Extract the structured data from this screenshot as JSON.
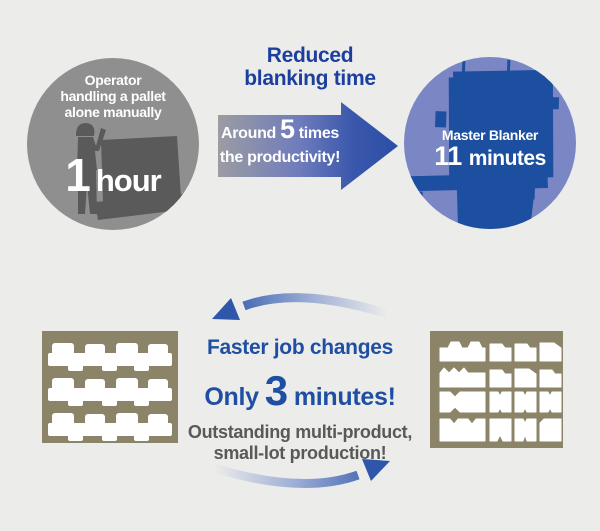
{
  "header": {
    "title_line1": "Reduced",
    "title_line2": "blanking time"
  },
  "manual": {
    "label_line1": "Operator",
    "label_line2": "handling a pallet",
    "label_line3": "alone manually",
    "time_value": "1",
    "time_unit": "hour"
  },
  "arrow": {
    "word_before": "Around",
    "value": "5",
    "word_after": "times",
    "line2": "the productivity!"
  },
  "machine": {
    "name": "Master Blanker",
    "time_value": "11",
    "time_unit": "minutes"
  },
  "job_change": {
    "heading": "Faster job changes",
    "only_word": "Only",
    "minutes_value": "3",
    "minutes_word": "minutes!",
    "note_line1": "Outstanding multi-product,",
    "note_line2": "small-lot production!"
  },
  "colors": {
    "background": "#ECECEA",
    "manual_circle_gray": "#8F8F8F",
    "silhouette_gray": "#5A5A5A",
    "machine_circle_periwinkle": "#7B87C4",
    "machine_blue": "#1D4FA0",
    "heading_blue": "#1C3F9E",
    "accent_blue": "#2E56A9",
    "arrow_gradient_start": "#9C9CA2",
    "note_text_gray": "#595959",
    "sheet_tan": "#8C8468"
  }
}
